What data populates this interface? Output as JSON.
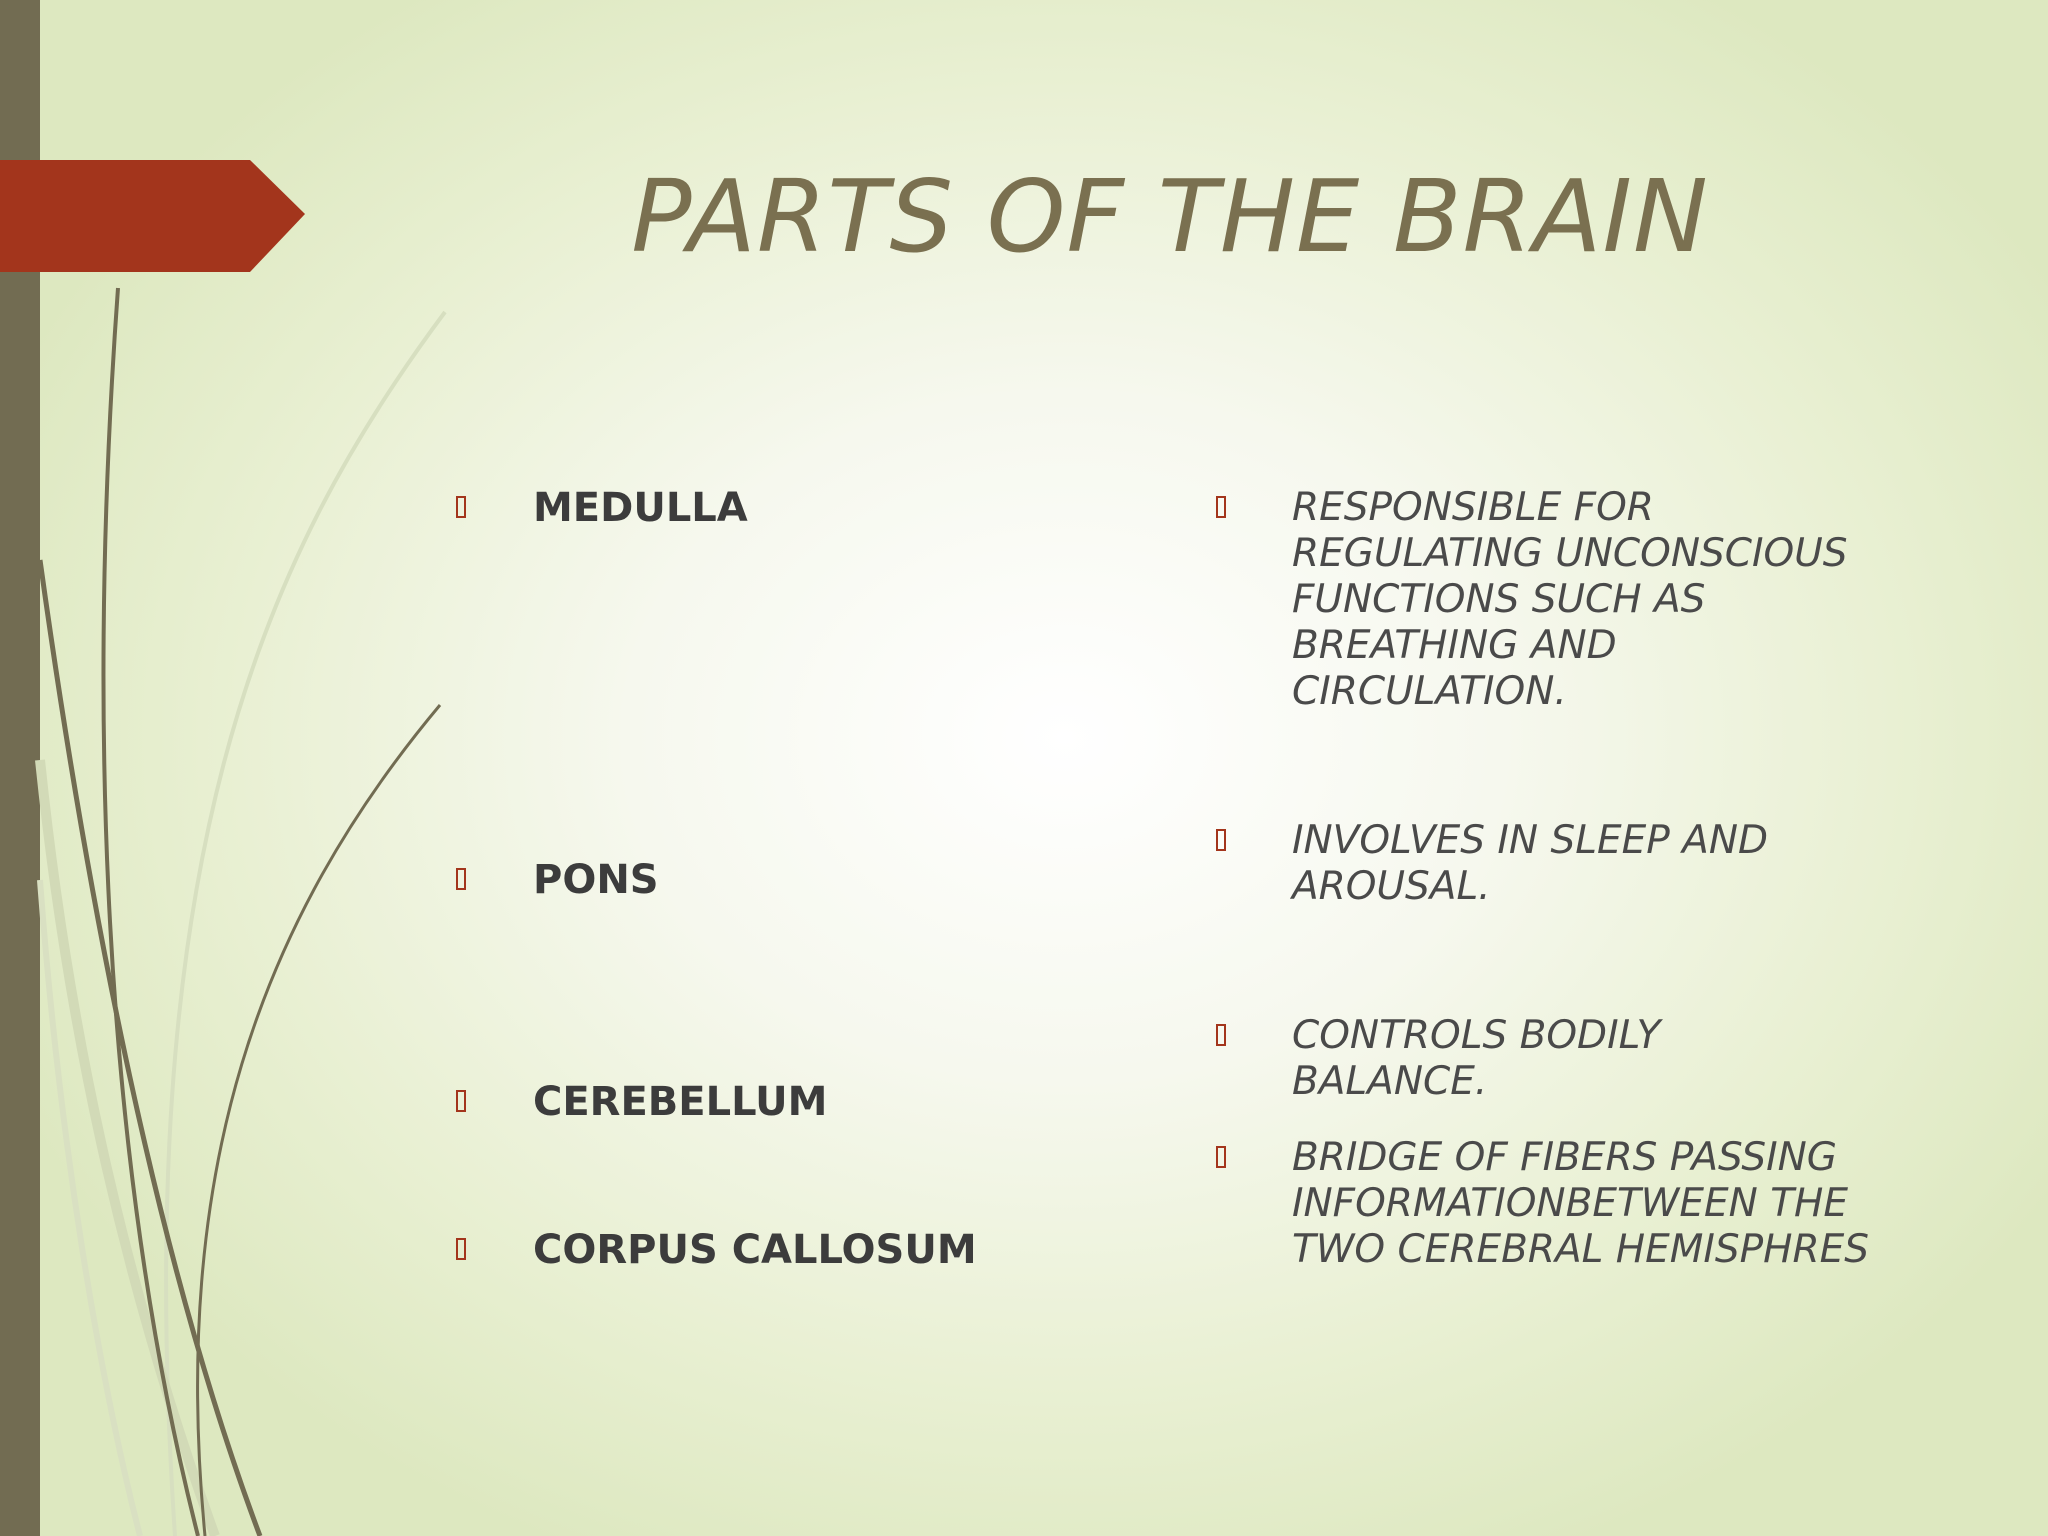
{
  "slide": {
    "title": "PARTS OF THE BRAIN",
    "colors": {
      "accent": "#a3351c",
      "sidebar": "#726c52",
      "title": "#7a7050",
      "text": "#3c3c3c",
      "background": "#eef3dc"
    },
    "bullet_icon": "square-bullet-icon",
    "left_items": [
      "MEDULLA",
      "PONS",
      "CEREBELLUM",
      "CORPUS CALLOSUM"
    ],
    "right_items": [
      "RESPONSIBLE FOR\nREGULATING UNCONSCIOUS\nFUNCTIONS SUCH AS\nBREATHING AND\nCIRCULATION.",
      "INVOLVES IN SLEEP AND\nAROUSAL.",
      "CONTROLS BODILY\nBALANCE.",
      "BRIDGE OF FIBERS PASSING\nINFORMATIONBETWEEN THE\nTWO CEREBRAL HEMISPHRES"
    ]
  }
}
